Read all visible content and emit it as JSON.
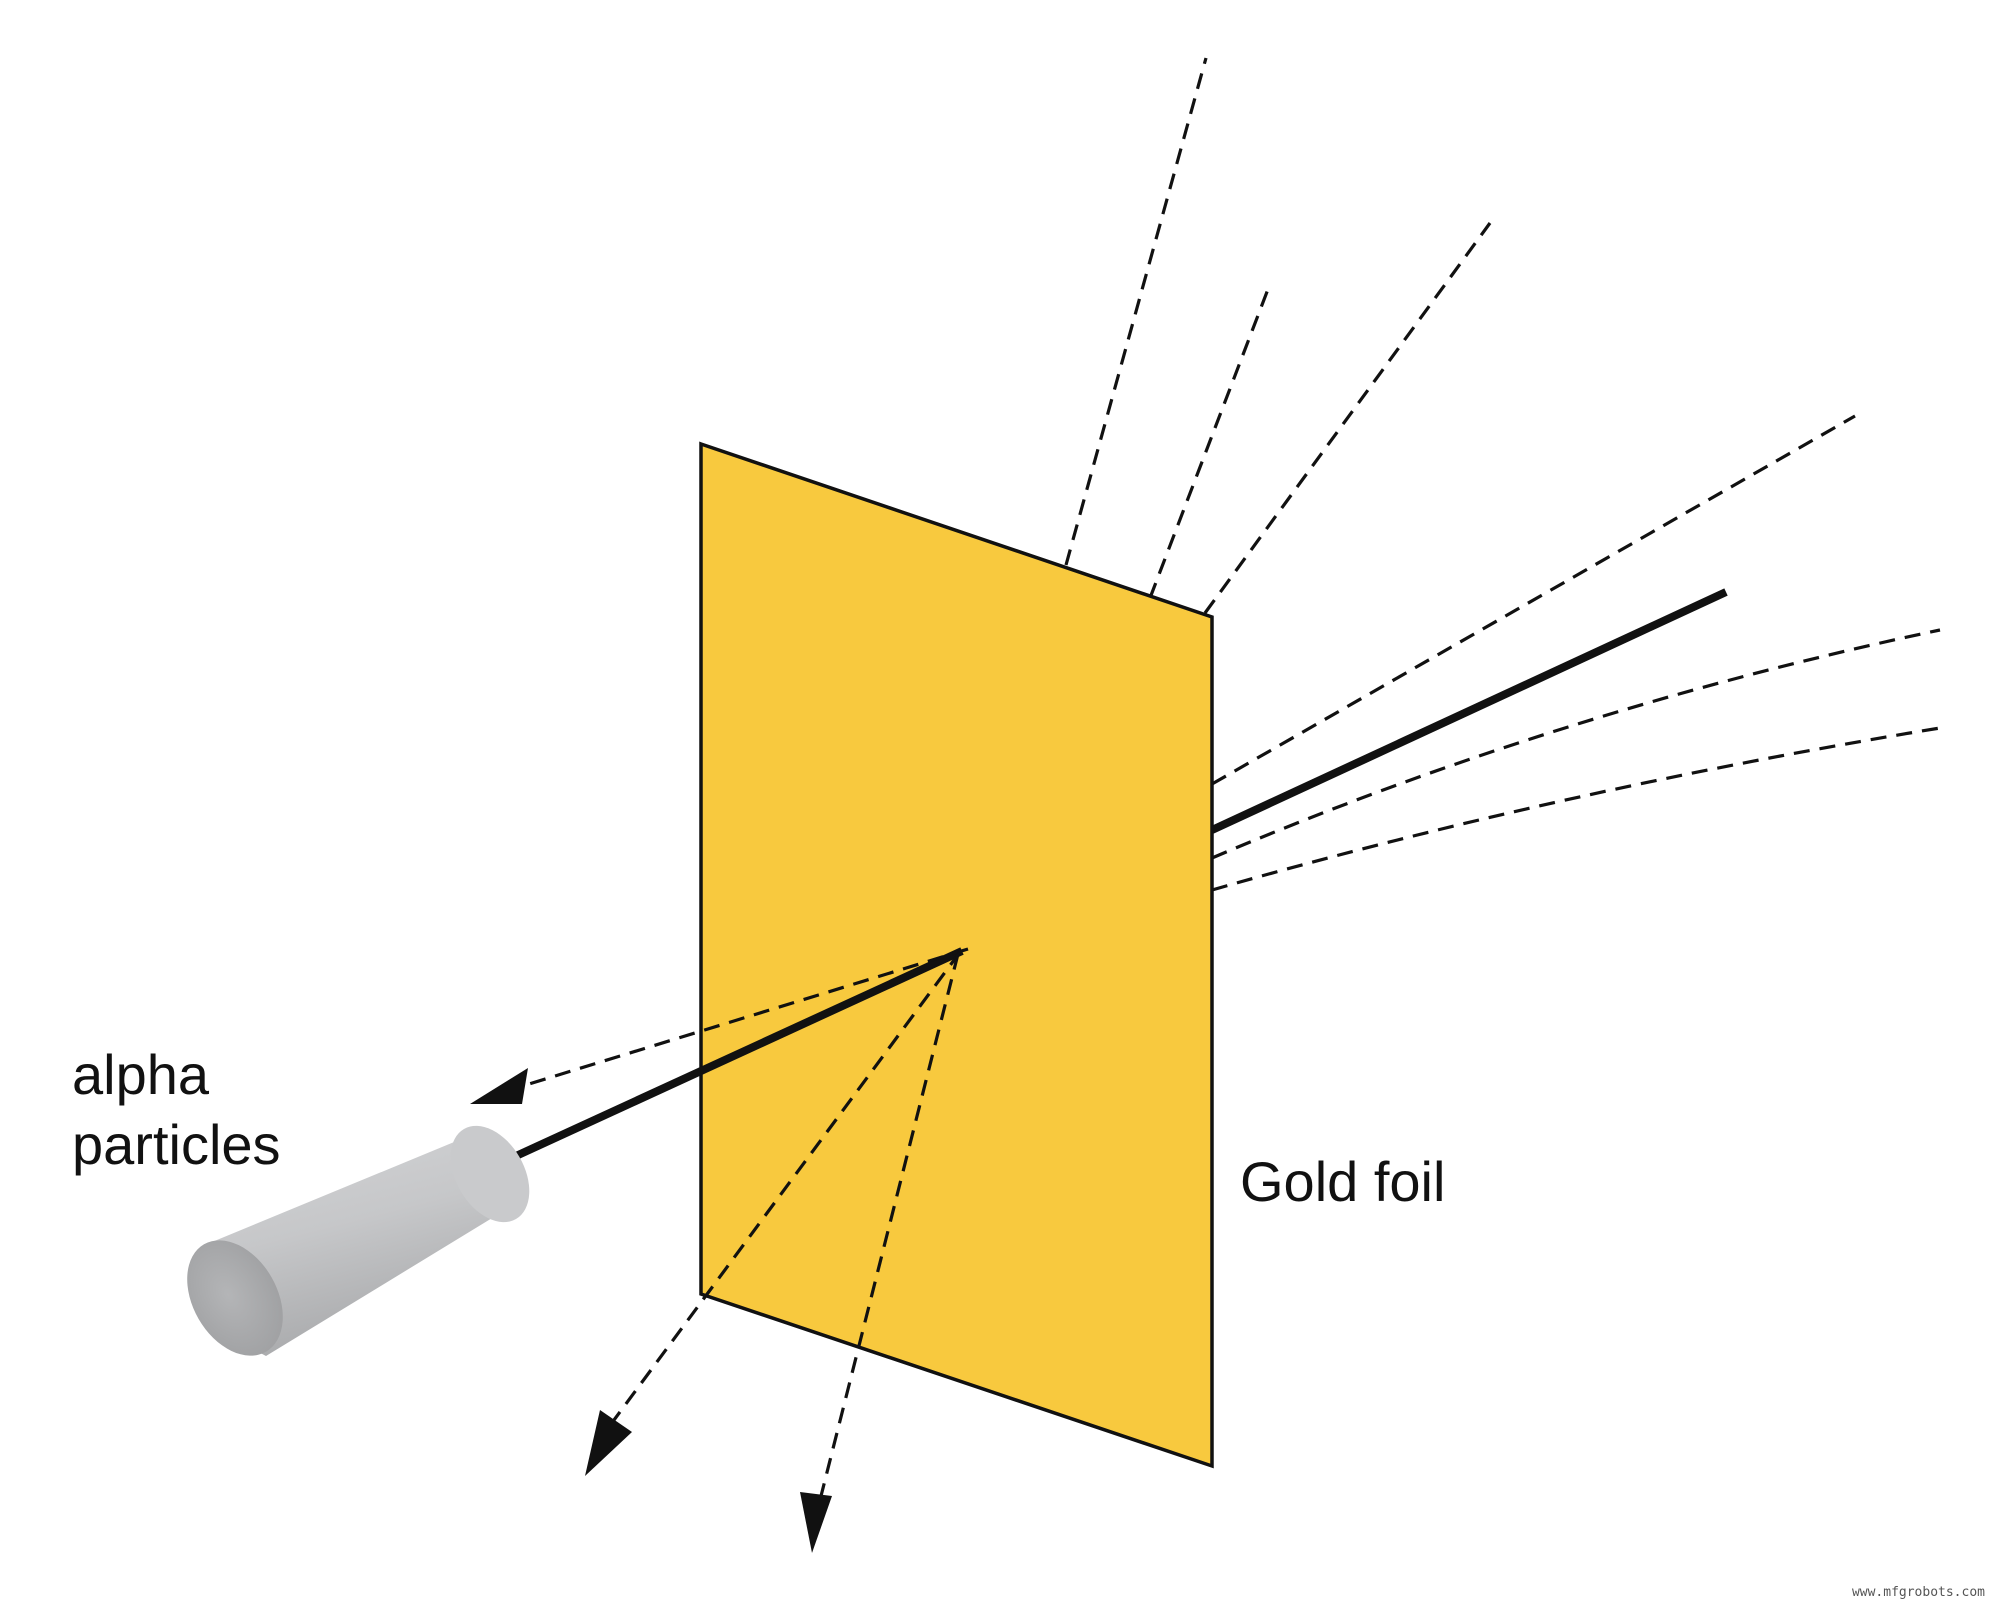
{
  "diagram": {
    "labels": {
      "source": [
        "alpha",
        "particles"
      ],
      "foil": "Gold foil"
    },
    "watermark": "www.mfgrobots.com",
    "colors": {
      "foil": "#f8c93e",
      "outline": "#111111",
      "source_body": "#c4c5c7",
      "source_face": "#a9aaac",
      "background": "#ffffff"
    },
    "rays": {
      "incident": "solid",
      "undeflected": "solid",
      "scattered_forward": "dashed",
      "scattered_backward": "dashed"
    }
  }
}
